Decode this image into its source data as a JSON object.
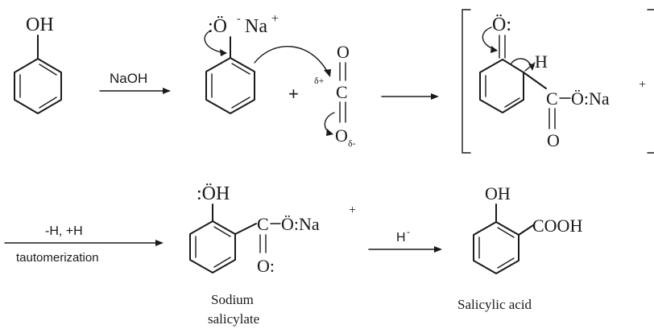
{
  "step1": {
    "phenol_oh": "OH",
    "reagent": "NaOH"
  },
  "step2": {
    "phenoxide_o": ":Ö",
    "phenoxide_charge": "-",
    "phenoxide_na": "Na",
    "phenoxide_plus": "+",
    "plus_sign": "+",
    "co2_o_top": "O",
    "co2_c": "C",
    "co2_o_bottom": "O",
    "delta_plus": "δ+",
    "delta_minus": "δ-"
  },
  "intermediate": {
    "ketone_o": "Ö:",
    "h_label": "H",
    "carboxylate_c": "C",
    "carboxylate_o": "Ö:Na",
    "carboxylate_o_bottom": "O",
    "charge_plus": "+"
  },
  "step3": {
    "reagent_above": "-H, +H",
    "reagent_below": "tautomerization"
  },
  "sodium_salicylate": {
    "oh": ":ÖH",
    "c": "C",
    "o_na": "Ö:Na",
    "charge_plus": "+",
    "o_bottom": "O:",
    "name_line1": "Sodium",
    "name_line2": "salicylate"
  },
  "step4": {
    "reagent": "H"
  },
  "salicylic_acid": {
    "oh": "OH",
    "cooh": "COOH",
    "name": "Salicylic acid"
  }
}
